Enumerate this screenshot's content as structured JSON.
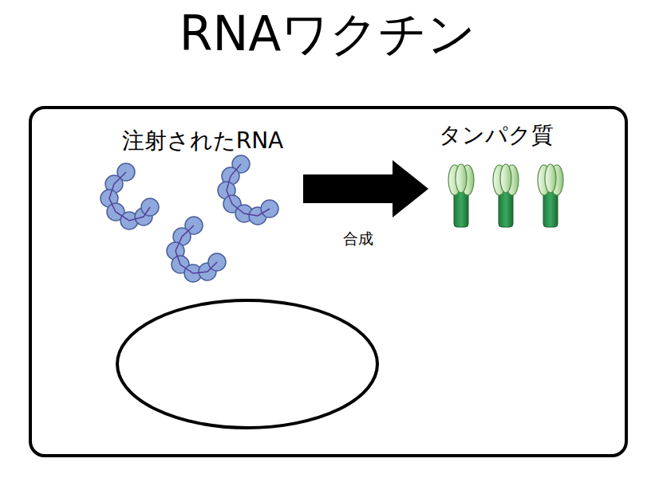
{
  "diagram": {
    "title": "RNAワクチン",
    "nodes": [
      {
        "text": [
          "注射されたRNA"
        ]
      },
      {
        "text": [
          "タンパク質"
        ]
      }
    ],
    "edges": [
      {
        "from": 0,
        "to": 1,
        "arrow": "to",
        "label": "合成"
      }
    ]
  }
}
